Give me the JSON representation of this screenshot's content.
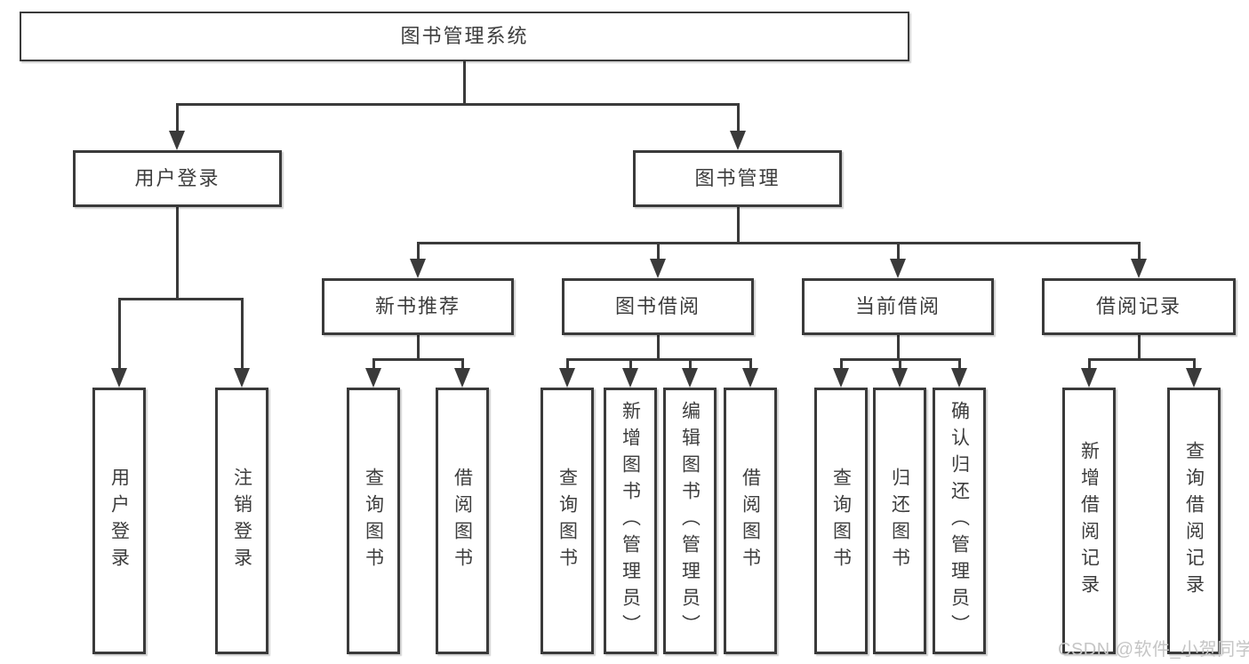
{
  "tree": {
    "root": {
      "label": "图书管理系统",
      "children": [
        {
          "label": "用户登录",
          "children": [
            {
              "label": "用户登录"
            },
            {
              "label": "注销登录"
            }
          ]
        },
        {
          "label": "图书管理",
          "children": [
            {
              "label": "新书推荐",
              "children": [
                {
                  "label": "查询图书"
                },
                {
                  "label": "借阅图书"
                }
              ]
            },
            {
              "label": "图书借阅",
              "children": [
                {
                  "label": "查询图书"
                },
                {
                  "label": "新增图书（管理员）"
                },
                {
                  "label": "编辑图书（管理员）"
                },
                {
                  "label": "借阅图书"
                }
              ]
            },
            {
              "label": "当前借阅",
              "children": [
                {
                  "label": "查询图书"
                },
                {
                  "label": "归还图书"
                },
                {
                  "label": "确认归还（管理员）"
                }
              ]
            },
            {
              "label": "借阅记录",
              "children": [
                {
                  "label": "新增借阅记录"
                },
                {
                  "label": "查询借阅记录"
                }
              ]
            }
          ]
        }
      ]
    }
  },
  "watermark": {
    "text": "CSDN @软件_小贺同学",
    "color": "#c5c5c5"
  },
  "colors": {
    "line": "#3a3a3a",
    "text": "#3d3d3d",
    "background": "#ffffff"
  }
}
